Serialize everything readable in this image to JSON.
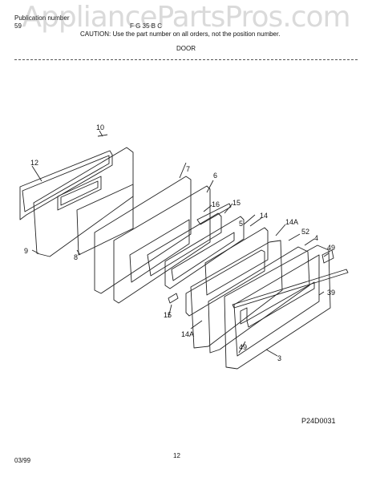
{
  "watermark": "AppliancePartsPros.com",
  "header": {
    "publication_label": "Publication number",
    "publication_code": "59",
    "model": "F G 35 B  C",
    "caution": "CAUTION: Use the part number on all orders, not the position number."
  },
  "section_title": "DOOR",
  "callouts": [
    "10",
    "12",
    "7",
    "6",
    "16",
    "15",
    "14",
    "14A",
    "52",
    "4",
    "49",
    "5",
    "9",
    "8",
    "39",
    "15",
    "14A",
    "49",
    "3"
  ],
  "figure_code": "P24D0031",
  "footer": {
    "date": "03/99",
    "page": "12"
  },
  "colors": {
    "line": "#222222",
    "watermark": "#969696"
  }
}
